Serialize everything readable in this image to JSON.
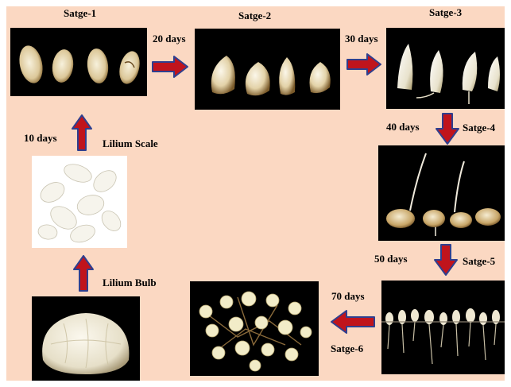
{
  "stages": {
    "s1": "Satge-1",
    "s2": "Satge-2",
    "s3": "Satge-3",
    "s4": "Satge-4",
    "s5": "Satge-5",
    "s6": "Satge-6"
  },
  "durations": {
    "d10": "10 days",
    "d20": "20 days",
    "d30": "30 days",
    "d40": "40 days",
    "d50": "50 days",
    "d70": "70 days"
  },
  "sources": {
    "scale": "Lilium Scale",
    "bulb": "Lilium Bulb"
  },
  "colors": {
    "background": "#fbd8c2",
    "arrow_fill": "#c0141c",
    "arrow_outline": "#2f3f8f",
    "photo_background": "#000000"
  },
  "icons": {
    "arrow": "block-arrow-icon"
  }
}
